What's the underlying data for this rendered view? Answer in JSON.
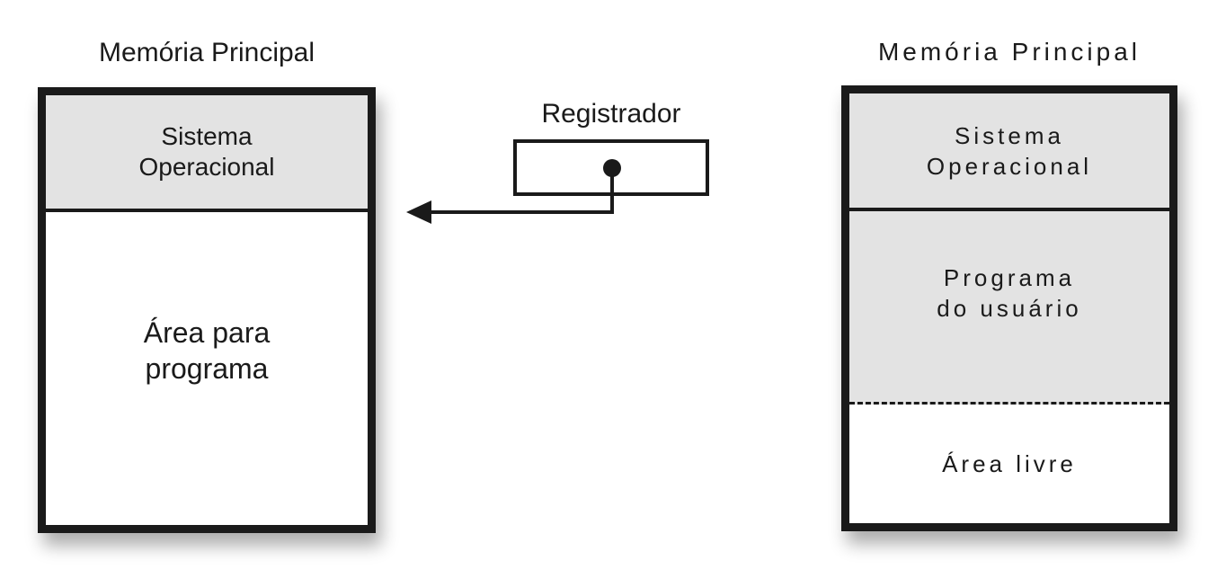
{
  "left_memory": {
    "title": "Memória Principal",
    "regions": [
      {
        "line1": "Sistema",
        "line2": "Operacional"
      },
      {
        "line1": "Área para",
        "line2": "programa"
      }
    ]
  },
  "register": {
    "label": "Registrador"
  },
  "right_memory": {
    "title": "Memória Principal",
    "regions": [
      {
        "line1": "Sistema",
        "line2": "Operacional"
      },
      {
        "line1": "Programa",
        "line2": "do usuário"
      },
      {
        "line1": "Área livre"
      }
    ]
  },
  "colors": {
    "border": "#1a1a1a",
    "system_region_fill": "#e3e3e3",
    "free_region_fill": "#ffffff"
  }
}
